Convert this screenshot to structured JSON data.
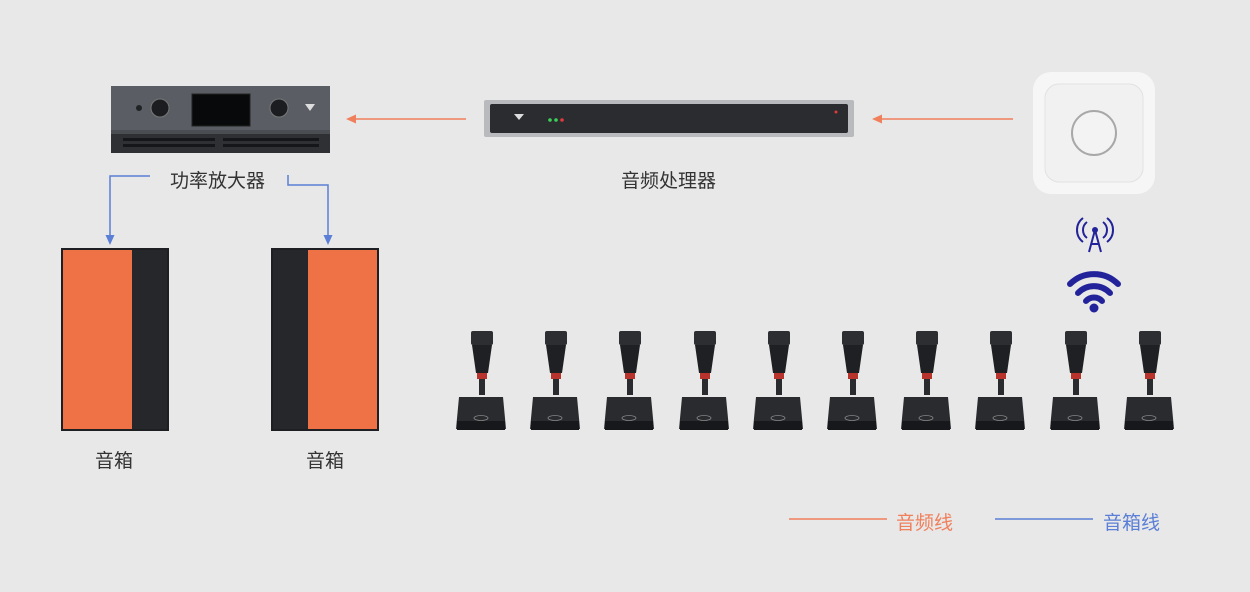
{
  "labels": {
    "amplifier": "功率放大器",
    "processor": "音频处理器",
    "speaker_left": "音箱",
    "speaker_right": "音箱"
  },
  "legend": {
    "audio_line": "音频线",
    "speaker_line": "音箱线"
  },
  "colors": {
    "audio_line": "#f07f5c",
    "speaker_line": "#5b7fd6",
    "speaker_orange": "#ef7246",
    "wifi": "#22239a"
  },
  "microphone_count": 10
}
